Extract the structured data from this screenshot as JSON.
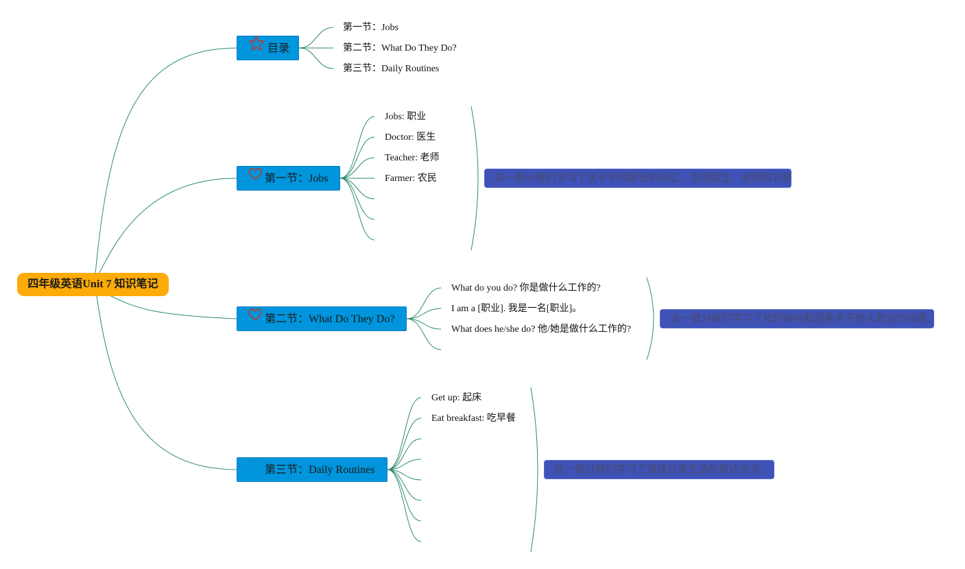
{
  "root": {
    "label": "四年级英语Unit 7 知识笔记"
  },
  "branches": [
    {
      "label": "目录",
      "icon": "star-icon",
      "leaves": [
        "第一节：Jobs",
        "第二节：What Do They Do?",
        "第三节：Daily Routines"
      ]
    },
    {
      "label": "第一节：Jobs",
      "icon": "heart-icon",
      "leaves": [
        "Jobs: 职业",
        "Doctor: 医生",
        "Teacher: 老师",
        "Farmer: 农民",
        "",
        "",
        ""
      ],
      "summary": "这一部分我们学习了关于不同职业的词汇，包括医生、老师和农民等。"
    },
    {
      "label": "第二节：What Do They Do?",
      "icon": "heart-icon",
      "leaves": [
        "What do you do? 你是做什么工作的?",
        "I am a [职业]. 我是一名[职业]。",
        "What does he/she do? 他/她是做什么工作的?",
        ""
      ],
      "summary": "这一部分我们学习了如何询问和回答关于他人职业的问题。"
    },
    {
      "label": "第三节：Daily Routines",
      "icon": "heart-icon",
      "leaves": [
        "Get up: 起床",
        "Eat breakfast: 吃早餐",
        "",
        "",
        "",
        "",
        "",
        ""
      ],
      "summary": "这一部分我们学习了描述日常生活的表达方式。"
    }
  ],
  "colors": {
    "root": "#fdab08",
    "branch": "#0095dc",
    "summary": "#3e52b8",
    "line": "#2e8b6e",
    "icon": "#c0392b"
  }
}
